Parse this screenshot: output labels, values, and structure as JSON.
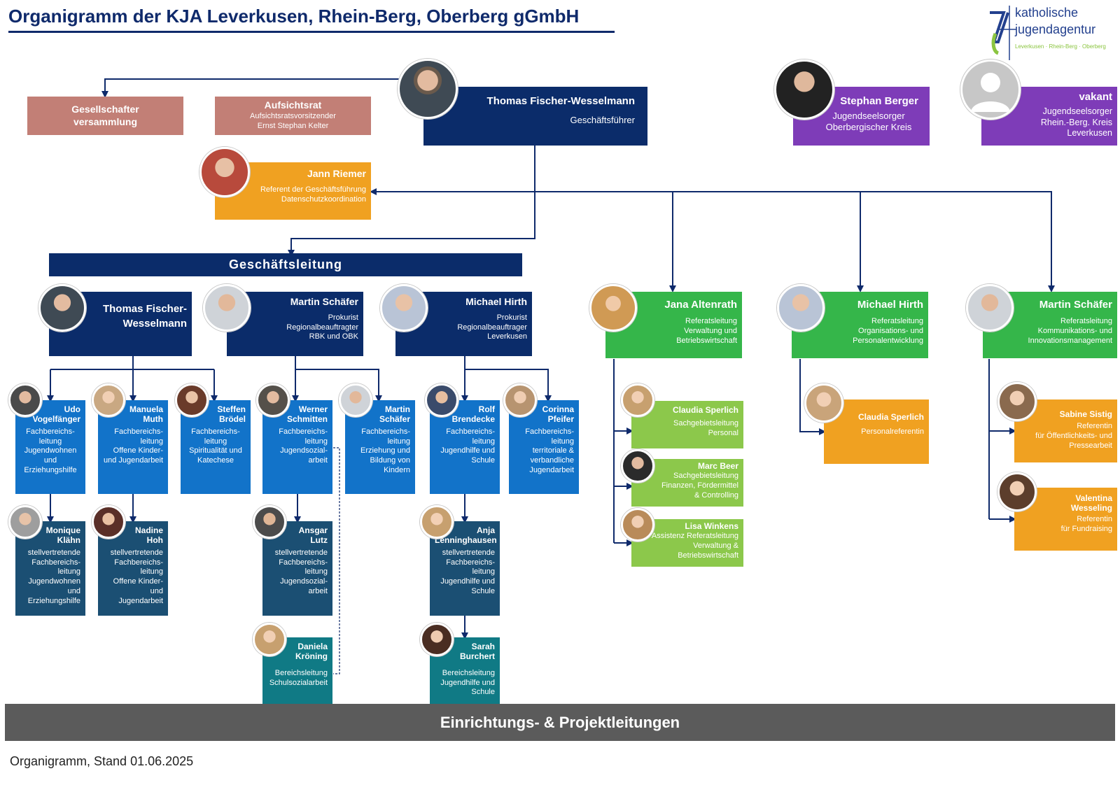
{
  "title": "Organigramm der KJA Leverkusen, Rhein-Berg, Oberberg gGmbH",
  "logo": {
    "line1": "katholische",
    "line2": "jugendagentur",
    "sub": "Leverkusen · Rhein-Berg · Oberberg"
  },
  "top": {
    "gesellschafter": "Gesellschafter\nversammlung",
    "aufsichtsrat": {
      "name": "Aufsichtsrat",
      "role": "Aufsichtsratsvorsitzender\nErnst Stephan Kelter"
    },
    "ceo": {
      "name": "Thomas Fischer-Wesselmann",
      "role": "Geschäftsführer"
    },
    "berger": {
      "name": "Stephan Berger",
      "role": "Jugendseelsorger\nOberbergischer Kreis"
    },
    "vakant": {
      "name": "vakant",
      "role": "Jugendseelsorger\nRhein.-Berg. Kreis\nLeverkusen"
    },
    "riemer": {
      "name": "Jann Riemer",
      "role": "Referent der Geschäftsführung\nDatenschutzkoordination"
    }
  },
  "geschaeftsleitung": "Geschäftsleitung",
  "gl": [
    {
      "name": "Thomas Fischer-\nWesselmann",
      "role": ""
    },
    {
      "name": "Martin Schäfer",
      "role": "Prokurist\nRegionalbeauftragter\nRBK und OBK"
    },
    {
      "name": "Michael Hirth",
      "role": "Prokurist\nRegionalbeauftrager\nLeverkusen"
    }
  ],
  "fb": [
    {
      "name": "Udo\nVogelfänger",
      "role": "Fachbereichs-\nleitung\nJugendwohnen\nund\nErziehungshilfe"
    },
    {
      "name": "Manuela\nMuth",
      "role": "Fachbereichs-\nleitung\nOffene Kinder-\nund Jugendarbeit"
    },
    {
      "name": "Steffen\nBrödel",
      "role": "Fachbereichs-\nleitung\nSpiritualität und\nKatechese"
    },
    {
      "name": "Werner\nSchmitten",
      "role": "Fachbereichs-\nleitung\nJugendsozial-\narbeit"
    },
    {
      "name": "Martin\nSchäfer",
      "role": "Fachbereichs-\nleitung\nErziehung und\nBildung von\nKindern"
    },
    {
      "name": "Rolf\nBrendecke",
      "role": "Fachbereichs-\nleitung\nJugendhilfe und\nSchule"
    },
    {
      "name": "Corinna\nPfeifer",
      "role": "Fachbereichs-\nleitung\nterritoriale &\nverbandliche\nJugendarbeit"
    }
  ],
  "deputies": [
    {
      "name": "Monique\nKlähn",
      "role": "stellvertretende\nFachbereichs-\nleitung\nJugendwohnen\nund\nErziehungshilfe"
    },
    {
      "name": "Nadine\nHoh",
      "role": "stellvertretende\nFachbereichs-\nleitung\nOffene Kinder-\nund\nJugendarbeit"
    },
    {
      "name": "Ansgar\nLutz",
      "role": "stellvertretende\nFachbereichs-\nleitung\nJugendsozial-\narbeit"
    },
    {
      "name": "Anja\nLenninghausen",
      "role": "stellvertretende\nFachbereichs-\nleitung\nJugendhilfe und\nSchule"
    }
  ],
  "bereich": [
    {
      "name": "Daniela\nKröning",
      "role": "Bereichsleitung\nSchulsozialarbeit"
    },
    {
      "name": "Sarah\nBurchert",
      "role": "Bereichsleitung\nJugendhilfe und\nSchule"
    }
  ],
  "referate": [
    {
      "name": "Jana Altenrath",
      "role": "Referatsleitung\nVerwaltung und\nBetriebswirtschaft"
    },
    {
      "name": "Michael Hirth",
      "role": "Referatsleitung\nOrganisations- und\nPersonalentwicklung"
    },
    {
      "name": "Martin Schäfer",
      "role": "Referatsleitung\nKommunikations- und\nInnovationsmanagement"
    }
  ],
  "ref_staff": [
    {
      "name": "Claudia Sperlich",
      "role": "Sachgebietsleitung\nPersonal"
    },
    {
      "name": "Marc Beer",
      "role": "Sachgebietsleitung\nFinanzen, Fördermittel\n& Controlling"
    },
    {
      "name": "Lisa Winkens",
      "role": "Assistenz Referatsleitung\nVerwaltung &\nBetriebswirtschaft"
    },
    {
      "name": "Claudia Sperlich",
      "role": "Personalreferentin"
    },
    {
      "name": "Sabine Sistig",
      "role": "Referentin\nfür Öffentlichkeits- und\nPressearbeit"
    },
    {
      "name": "Valentina\nWesseling",
      "role": "Referentin\nfür Fundraising"
    }
  ],
  "bottom": "Einrichtungs- & Projektleitungen",
  "stand": "Organigramm, Stand 01.06.2025",
  "colors": {
    "navy": "#0b2c6a",
    "salmon": "#c27f76",
    "purple": "#7e3cb8",
    "orange": "#f0a121",
    "green": "#35b64a",
    "lightgreen": "#8cc84b",
    "blue": "#1273c9",
    "darkteal": "#1b4f73",
    "teal": "#107a85",
    "gray": "#5b5b5b"
  },
  "icons": [
    "avatar-photo-icon",
    "person-silhouette-icon",
    "arrow-down-icon"
  ]
}
